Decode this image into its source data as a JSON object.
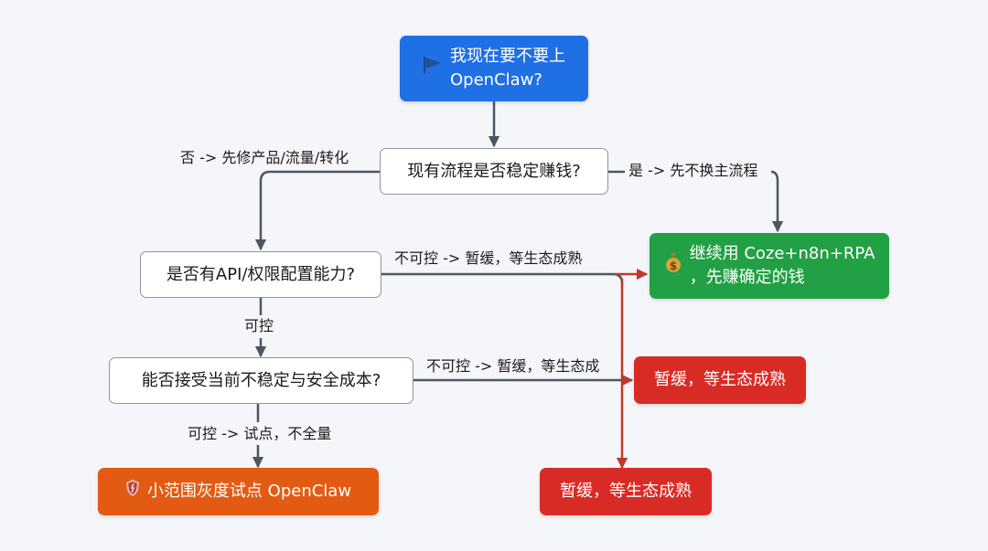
{
  "nodes": {
    "start": {
      "label_line1": "我现在要不要上",
      "label_line2": "OpenClaw?",
      "icon": "flag-icon",
      "color": "#1f6fe5"
    },
    "q_stable_profit": {
      "label": "现有流程是否稳定赚钱?"
    },
    "q_api_permission": {
      "label": "是否有API/权限配置能力?"
    },
    "q_accept_cost": {
      "label": "能否接受当前不稳定与安全成本?"
    },
    "result_continue": {
      "label_line1": "继续用 Coze+n8n+RPA",
      "label_line2": "，先赚确定的钱",
      "icon": "money-bag-icon",
      "color": "#22a045"
    },
    "result_pause_1": {
      "label": "暂缓，等生态成熟",
      "color": "#d92b26"
    },
    "result_pilot": {
      "label": "小范围灰度试点 OpenClaw",
      "icon": "shield-icon",
      "color": "#e35b12"
    },
    "result_pause_2": {
      "label": "暂缓，等生态成熟",
      "color": "#d92b26"
    }
  },
  "edges": {
    "no_fix_product": "否 -> 先修产品/流量/转化",
    "yes_keep_flow": "是 -> 先不换主流程",
    "uncontrollable_1": "不可控 -> 暂缓，等生态成熟",
    "controllable": "可控",
    "uncontrollable_2": "不可控 -> 暂缓，等生态成",
    "controllable_pilot": "可控 -> 试点，不全量"
  },
  "colors": {
    "edge_default": "#4f5560",
    "edge_red": "#c0392b",
    "background": "#f4f6fa"
  }
}
